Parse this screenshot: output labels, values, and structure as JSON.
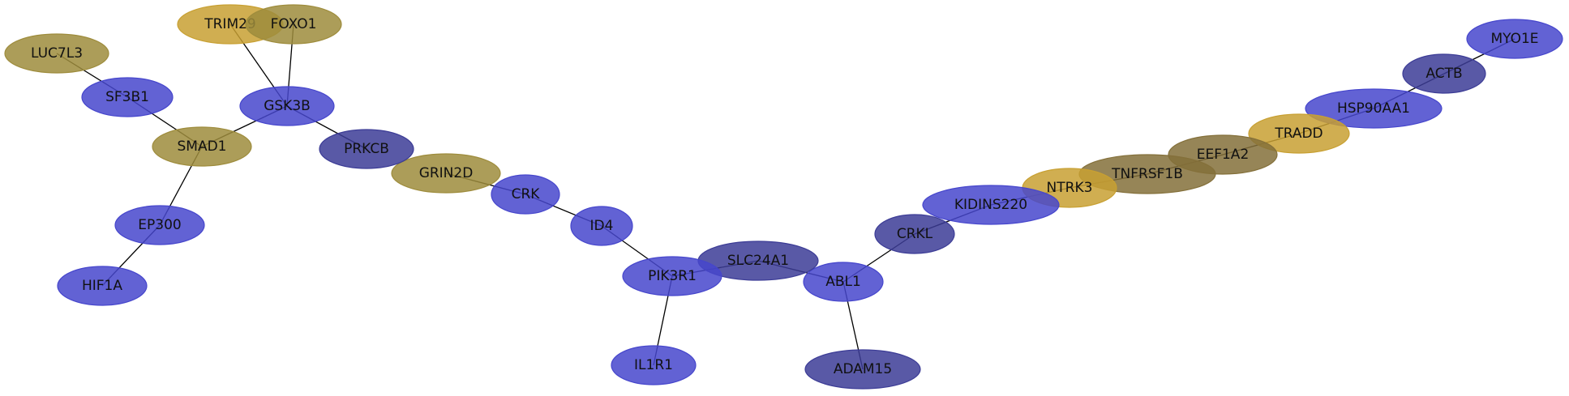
{
  "colors": {
    "blue": "#4646cc",
    "slate": "#3c3c96",
    "gold": "#c8a032",
    "olive": "#9e8c3c",
    "brown": "#84703a",
    "edge": "#000000"
  },
  "nodes": [
    {
      "id": "MYO1E",
      "label": "MYO1E",
      "color": "blue"
    },
    {
      "id": "ACTB",
      "label": "ACTB",
      "color": "slate"
    },
    {
      "id": "HSP90AA1",
      "label": "HSP90AA1",
      "color": "blue"
    },
    {
      "id": "TRADD",
      "label": "TRADD",
      "color": "gold"
    },
    {
      "id": "EEF1A2",
      "label": "EEF1A2",
      "color": "brown"
    },
    {
      "id": "TNFRSF1B",
      "label": "TNFRSF1B",
      "color": "brown"
    },
    {
      "id": "NTRK3",
      "label": "NTRK3",
      "color": "gold"
    },
    {
      "id": "KIDINS220",
      "label": "KIDINS220",
      "color": "blue"
    },
    {
      "id": "CRKL",
      "label": "CRKL",
      "color": "slate"
    },
    {
      "id": "ABL1",
      "label": "ABL1",
      "color": "blue"
    },
    {
      "id": "ADAM15",
      "label": "ADAM15",
      "color": "slate"
    },
    {
      "id": "SLC24A1",
      "label": "SLC24A1",
      "color": "slate"
    },
    {
      "id": "PIK3R1",
      "label": "PIK3R1",
      "color": "blue"
    },
    {
      "id": "IL1R1",
      "label": "IL1R1",
      "color": "blue"
    },
    {
      "id": "ID4",
      "label": "ID4",
      "color": "blue"
    },
    {
      "id": "CRK",
      "label": "CRK",
      "color": "blue"
    },
    {
      "id": "GRIN2D",
      "label": "GRIN2D",
      "color": "olive"
    },
    {
      "id": "PRKCB",
      "label": "PRKCB",
      "color": "slate"
    },
    {
      "id": "GSK3B",
      "label": "GSK3B",
      "color": "blue"
    },
    {
      "id": "TRIM29",
      "label": "TRIM29",
      "color": "gold"
    },
    {
      "id": "FOXO1",
      "label": "FOXO1",
      "color": "olive"
    },
    {
      "id": "SMAD1",
      "label": "SMAD1",
      "color": "olive"
    },
    {
      "id": "SF3B1",
      "label": "SF3B1",
      "color": "blue"
    },
    {
      "id": "LUC7L3",
      "label": "LUC7L3",
      "color": "olive"
    },
    {
      "id": "EP300",
      "label": "EP300",
      "color": "blue"
    },
    {
      "id": "HIF1A",
      "label": "HIF1A",
      "color": "blue"
    }
  ],
  "edges": [
    [
      "MYO1E",
      "ACTB"
    ],
    [
      "ACTB",
      "HSP90AA1"
    ],
    [
      "HSP90AA1",
      "TRADD"
    ],
    [
      "TRADD",
      "EEF1A2"
    ],
    [
      "EEF1A2",
      "TNFRSF1B"
    ],
    [
      "TNFRSF1B",
      "NTRK3"
    ],
    [
      "NTRK3",
      "KIDINS220"
    ],
    [
      "KIDINS220",
      "CRKL"
    ],
    [
      "CRKL",
      "ABL1"
    ],
    [
      "ABL1",
      "ADAM15"
    ],
    [
      "ABL1",
      "SLC24A1"
    ],
    [
      "SLC24A1",
      "PIK3R1"
    ],
    [
      "PIK3R1",
      "IL1R1"
    ],
    [
      "PIK3R1",
      "ID4"
    ],
    [
      "ID4",
      "CRK"
    ],
    [
      "CRK",
      "GRIN2D"
    ],
    [
      "GSK3B",
      "PRKCB"
    ],
    [
      "GSK3B",
      "TRIM29"
    ],
    [
      "GSK3B",
      "FOXO1"
    ],
    [
      "GSK3B",
      "SMAD1"
    ],
    [
      "SMAD1",
      "SF3B1"
    ],
    [
      "SF3B1",
      "LUC7L3"
    ],
    [
      "SMAD1",
      "EP300"
    ],
    [
      "EP300",
      "HIF1A"
    ]
  ]
}
